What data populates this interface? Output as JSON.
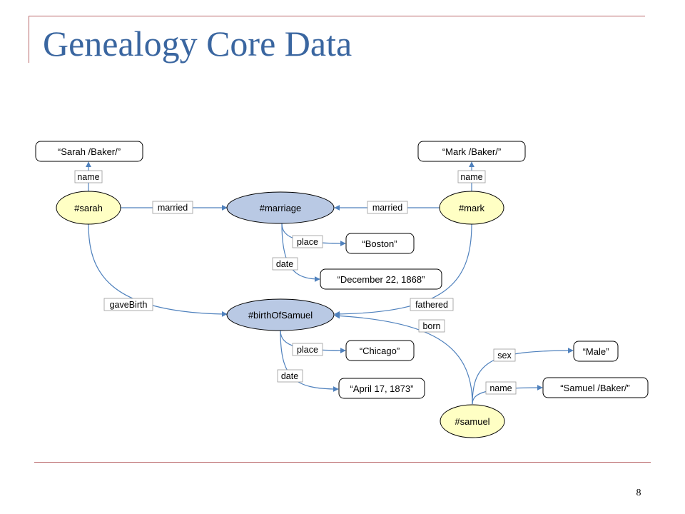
{
  "slide": {
    "title": "Genealogy Core Data",
    "page_number": "8"
  },
  "colors": {
    "title": "#3a66a0",
    "frame": "#b9676a",
    "edge": "#4f81bd",
    "resource_person": "#ffffc4",
    "resource_event": "#b9c9e4"
  },
  "diagram": {
    "nodes": {
      "sarah_name": "“Sarah /Baker/”",
      "mark_name": "“Mark /Baker/”",
      "sarah": "#sarah",
      "marriage": "#marriage",
      "mark": "#mark",
      "boston": "“Boston”",
      "december": "“December 22, 1868”",
      "birth": "#birthOfSamuel",
      "chicago": "“Chicago”",
      "april": "“April 17, 1873”",
      "male": "“Male”",
      "samuel_name": "“Samuel /Baker/”",
      "samuel": "#samuel"
    },
    "edges": {
      "sarah_name": "name",
      "mark_name": "name",
      "sarah_married": "married",
      "mark_married": "married",
      "marriage_place": "place",
      "marriage_date": "date",
      "gave_birth": "gaveBirth",
      "fathered": "fathered",
      "born": "born",
      "birth_place": "place",
      "birth_date": "date",
      "sex": "sex",
      "samuel_name": "name"
    }
  }
}
